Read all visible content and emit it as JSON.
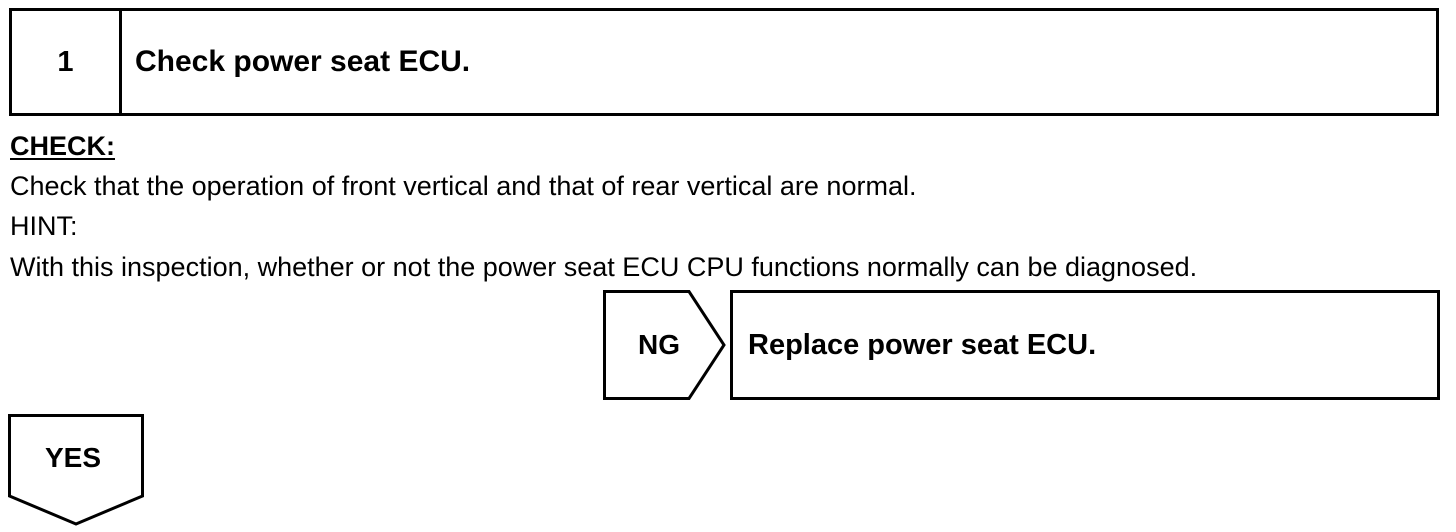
{
  "step": {
    "number": "1",
    "title": "Check power seat ECU."
  },
  "check": {
    "label": "CHECK:",
    "text": "Check that the operation of front vertical and that of rear vertical are normal."
  },
  "hint": {
    "label": "HINT:",
    "text": "With this inspection, whether or not the power seat ECU CPU functions normally can be diagnosed."
  },
  "ng": {
    "label": "NG",
    "action": "Replace power seat ECU."
  },
  "yes": {
    "label": "YES"
  }
}
